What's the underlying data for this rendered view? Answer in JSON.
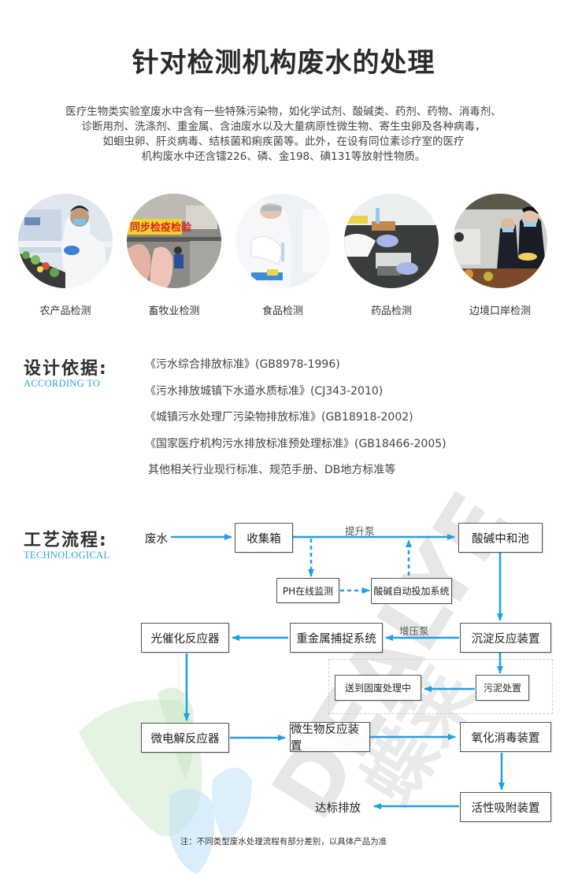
{
  "header": {
    "title": "针对检测机构废水的处理",
    "intro_lines": [
      "医疗生物类实验室废水中含有一些特殊污染物，如化学试剂、酸碱类、药剂、药物、消毒剂、",
      "诊断用剂、洗涤剂、重金属、含油废水以及大量病原性微生物、寄生虫卵及各种病毒，",
      "如蛔虫卵、肝炎病毒、结核菌和痢疾菌等。此外，在设有同位素诊疗室的医疗",
      "机构废水中还含镭226、磷、金198、碘131等放射性物质。"
    ]
  },
  "categories": [
    {
      "label": "农产品检测",
      "image": "lab-worker-vegetables-photo"
    },
    {
      "label": "畜牧业检测",
      "image": "livestock-quarantine-photo"
    },
    {
      "label": "食品检测",
      "image": "food-lab-technician-photo"
    },
    {
      "label": "药品检测",
      "image": "pharma-lab-gloves-photo"
    },
    {
      "label": "边境口岸检测",
      "image": "customs-inspection-photo"
    }
  ],
  "according": {
    "title_cn": "设计依据:",
    "title_en": "ACCORDING TO",
    "items": [
      "《污水综合排放标准》(GB8978-1996)",
      "《污水排放城镇下水道水质标准》(CJ343-2010)",
      "《城镇污水处理厂污染物排放标准》(GB18918-2002)",
      "《国家医疗机构污水排放标准预处理标准》(GB18466-2005)",
      "其他相关行业现行标准、规范手册、DB地方标准等"
    ]
  },
  "process": {
    "title_cn": "工艺流程:",
    "title_en": "TECHNOLOGICAL",
    "nodes": {
      "input": "废水",
      "collect": "收集箱",
      "neutralize": "酸碱中和池",
      "ph_monitor": "PH在线监测",
      "auto_dosing": "酸碱自动投加系统",
      "photocatalytic": "光催化反应器",
      "heavy_metal": "重金属捕捉系统",
      "sedimentation": "沉淀反应装置",
      "solid_waste": "送到固废处理中",
      "sludge": "污泥处置",
      "micro_electrolysis": "微电解反应器",
      "microbial": "微生物反应装置",
      "oxidation": "氧化消毒装置",
      "discharge": "达标排放",
      "adsorption": "活性吸附装置"
    },
    "edge_labels": {
      "lift_pump": "提升泵",
      "booster_pump": "增压泵"
    },
    "note": "注：不同类型废水处理流程有部分差别，以具体产品为准"
  },
  "watermark": {
    "text_en": "DEALYE",
    "text_cn": "蝶莱"
  },
  "colors": {
    "accent": "#1ea0e8",
    "title": "#2b2b2b",
    "text": "#444444",
    "border": "#555555"
  }
}
